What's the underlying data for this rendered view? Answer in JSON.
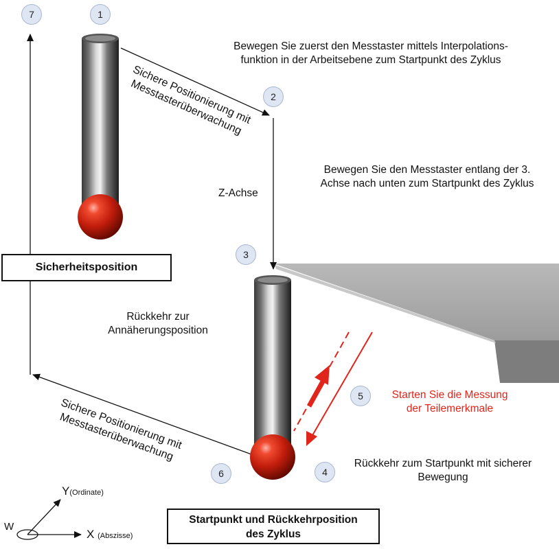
{
  "badges": {
    "b1": "1",
    "b2": "2",
    "b3": "3",
    "b4": "4",
    "b5": "5",
    "b6": "6",
    "b7": "7"
  },
  "texts": {
    "step1_instruction_line1": "Bewegen Sie zuerst den Messtaster mittels Interpolations-",
    "step1_instruction_line2": "funktion in der Arbeitsebene zum Startpunkt des Zyklus",
    "safe_positioning_top_line1": "Sichere Positionierung mit",
    "safe_positioning_top_line2": "Messtasterüberwachung",
    "step2_instruction_line1": "Bewegen Sie den Messtaster entlang der 3.",
    "step2_instruction_line2": "Achse nach unten zum Startpunkt des Zyklus",
    "z_axis": "Z-Achse",
    "safety_position": "Sicherheitsposition",
    "return_approach_line1": "Rückkehr zur",
    "return_approach_line2": "Annäherungsposition",
    "start_measurement_line1": "Starten Sie die Messung",
    "start_measurement_line2": "der Teilemerkmale",
    "return_start_line1": "Rückkehr zum Startpunkt mit sicherer",
    "return_start_line2": "Bewegung",
    "safe_positioning_bottom_line1": "Sichere Positionierung mit",
    "safe_positioning_bottom_line2": "Messtasterüberwachung",
    "start_return_position_line1": "Startpunkt und Rückkehrposition",
    "start_return_position_line2": "des Zyklus"
  },
  "axes": {
    "y_label": "Y",
    "y_sub": "(Ordinate)",
    "x_label": "X",
    "x_sub": "(Abszisse)",
    "origin_label": "W"
  },
  "colors": {
    "accent_red": "#e0251b",
    "badge_fill": "#dfe6f3",
    "workpiece": "#a9a9a9"
  }
}
